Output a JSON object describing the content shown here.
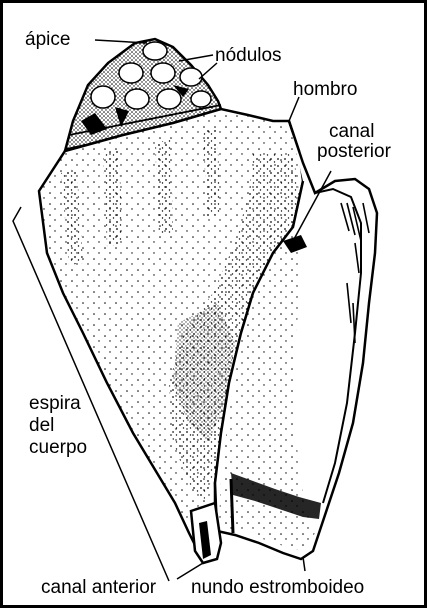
{
  "labels": {
    "apex": "ápice",
    "nodules": "nódulos",
    "shoulder": "hombro",
    "posterior_canal_line1": "canal",
    "posterior_canal_line2": "posterior",
    "body_whorl_line1": "espira",
    "body_whorl_line2": "del",
    "body_whorl_line3": "cuerpo",
    "anterior_canal": "canal anterior",
    "stromboid_notch": "nundo estromboideo"
  },
  "colors": {
    "ink": "#000000",
    "paper": "#ffffff"
  }
}
